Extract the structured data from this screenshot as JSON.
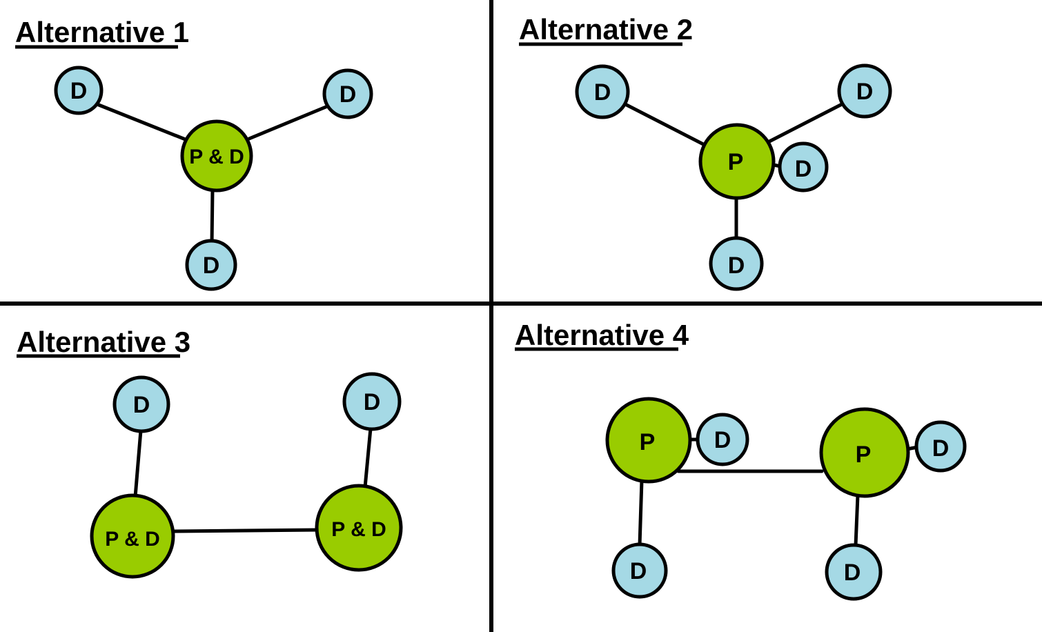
{
  "colors": {
    "producer_fill": "#99CC00",
    "distributor_fill": "#A5D9E5",
    "outline": "#000000",
    "background": "#FFFFFF"
  },
  "panels": [
    {
      "title": "Alternative 1",
      "nodes": [
        {
          "label": "D",
          "type": "distributor",
          "position": "top-left"
        },
        {
          "label": "D",
          "type": "distributor",
          "position": "top-right"
        },
        {
          "label": "P & D",
          "type": "producer-and-distributor",
          "position": "center"
        },
        {
          "label": "D",
          "type": "distributor",
          "position": "bottom"
        }
      ],
      "edges": [
        [
          0,
          2
        ],
        [
          1,
          2
        ],
        [
          2,
          3
        ]
      ]
    },
    {
      "title": "Alternative 2",
      "nodes": [
        {
          "label": "D",
          "type": "distributor",
          "position": "top-left"
        },
        {
          "label": "D",
          "type": "distributor",
          "position": "top-right"
        },
        {
          "label": "P",
          "type": "producer",
          "position": "center"
        },
        {
          "label": "D",
          "type": "distributor",
          "position": "attached-right-of-center"
        },
        {
          "label": "D",
          "type": "distributor",
          "position": "bottom"
        }
      ],
      "edges": [
        [
          0,
          2
        ],
        [
          1,
          2
        ],
        [
          2,
          3
        ],
        [
          2,
          4
        ]
      ]
    },
    {
      "title": "Alternative 3",
      "nodes": [
        {
          "label": "D",
          "type": "distributor",
          "position": "top-left"
        },
        {
          "label": "D",
          "type": "distributor",
          "position": "top-right"
        },
        {
          "label": "P & D",
          "type": "producer-and-distributor",
          "position": "bottom-left"
        },
        {
          "label": "P & D",
          "type": "producer-and-distributor",
          "position": "bottom-right"
        }
      ],
      "edges": [
        [
          0,
          2
        ],
        [
          1,
          3
        ],
        [
          2,
          3
        ]
      ]
    },
    {
      "title": "Alternative 4",
      "nodes": [
        {
          "label": "P",
          "type": "producer",
          "position": "upper-left"
        },
        {
          "label": "D",
          "type": "distributor",
          "position": "attached-right-of-left-producer"
        },
        {
          "label": "P",
          "type": "producer",
          "position": "upper-right"
        },
        {
          "label": "D",
          "type": "distributor",
          "position": "attached-right-of-right-producer"
        },
        {
          "label": "D",
          "type": "distributor",
          "position": "bottom-left"
        },
        {
          "label": "D",
          "type": "distributor",
          "position": "bottom-right"
        }
      ],
      "edges": [
        [
          0,
          1
        ],
        [
          0,
          2
        ],
        [
          0,
          4
        ],
        [
          2,
          3
        ],
        [
          2,
          5
        ]
      ]
    }
  ]
}
